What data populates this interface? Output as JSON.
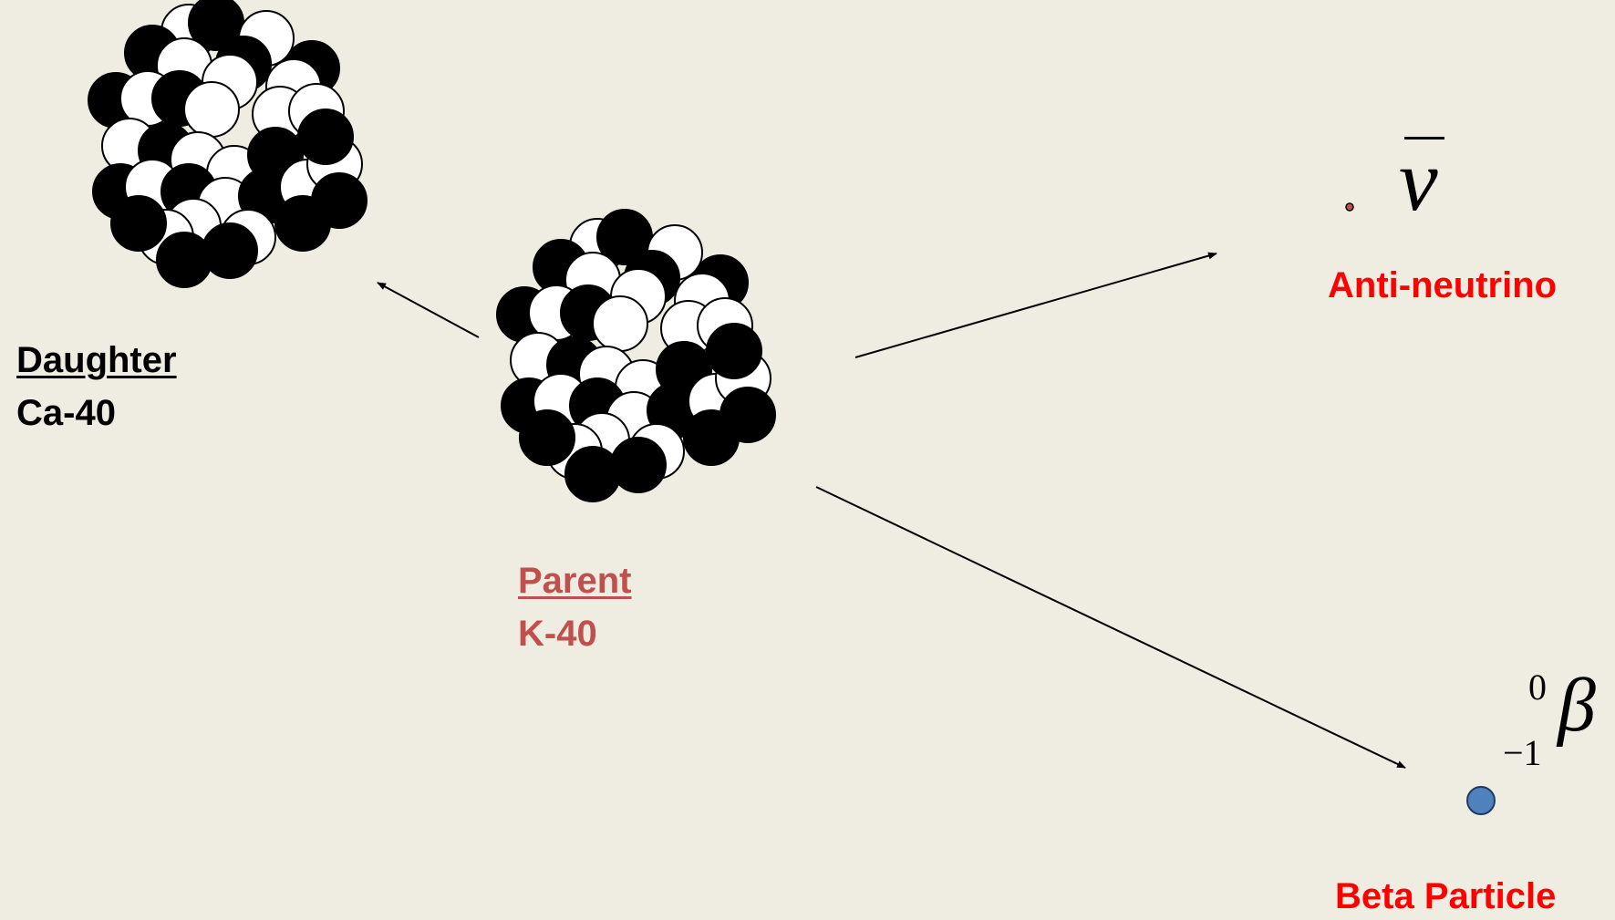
{
  "labels": {
    "daughter_title": "Daughter",
    "daughter_name": "Ca-40",
    "parent_title": "Parent",
    "parent_name": "K-40",
    "antineutrino": "Anti-neutrino",
    "beta_particle": "Beta Particle"
  },
  "symbols": {
    "antineutrino": "ν",
    "beta": "β",
    "beta_mass_number": "0",
    "beta_charge": "−1"
  },
  "colors": {
    "background": "#efece1",
    "parent_label": "#c0504d",
    "emission_label": "#ff0000",
    "beta_dot": "#4f81bd",
    "antineutrino_dot": "#c0504d",
    "nucleon_dark": "#000000",
    "nucleon_light": "#ffffff"
  }
}
